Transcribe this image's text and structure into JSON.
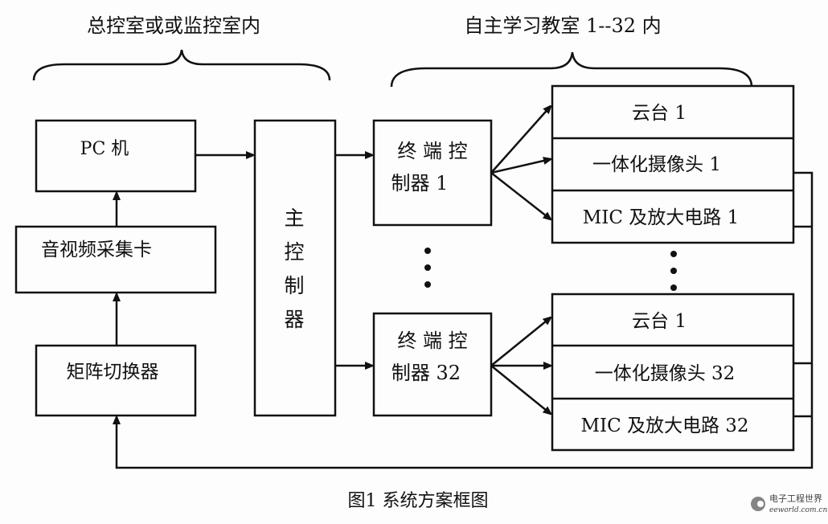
{
  "labels": {
    "left_group": "总控室或或监控室内",
    "right_group": "自主学习教室 1--32 内"
  },
  "blocks": {
    "pc": "PC 机",
    "capture_card": "音视频采集卡",
    "matrix_switcher": "矩阵切换器",
    "main_controller": [
      "主",
      "控",
      "制",
      "器"
    ],
    "terminal_1": [
      "终 端 控",
      "制器 1"
    ],
    "terminal_32": [
      "终 端 控",
      "制器 32"
    ],
    "group_1": [
      "云台 1",
      "一体化摄像头 1",
      "MIC 及放大电路 1"
    ],
    "group_32": [
      "云台 1",
      "一体化摄像头 32",
      "MIC 及放大电路 32"
    ]
  },
  "caption": "图1  系统方案框图",
  "watermark": {
    "cn": "电子工程世界",
    "en": "eeworld.com.cn"
  }
}
